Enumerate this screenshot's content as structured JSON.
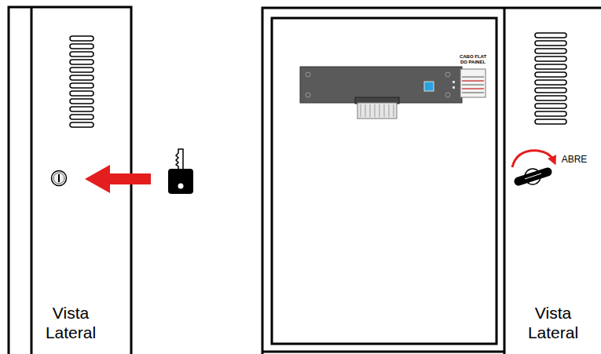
{
  "diagram": {
    "labels": [
      "CABO FLAT DO PAINEL",
      "ABRE",
      "Vista Lateral",
      "Vista Lateral"
    ]
  }
}
